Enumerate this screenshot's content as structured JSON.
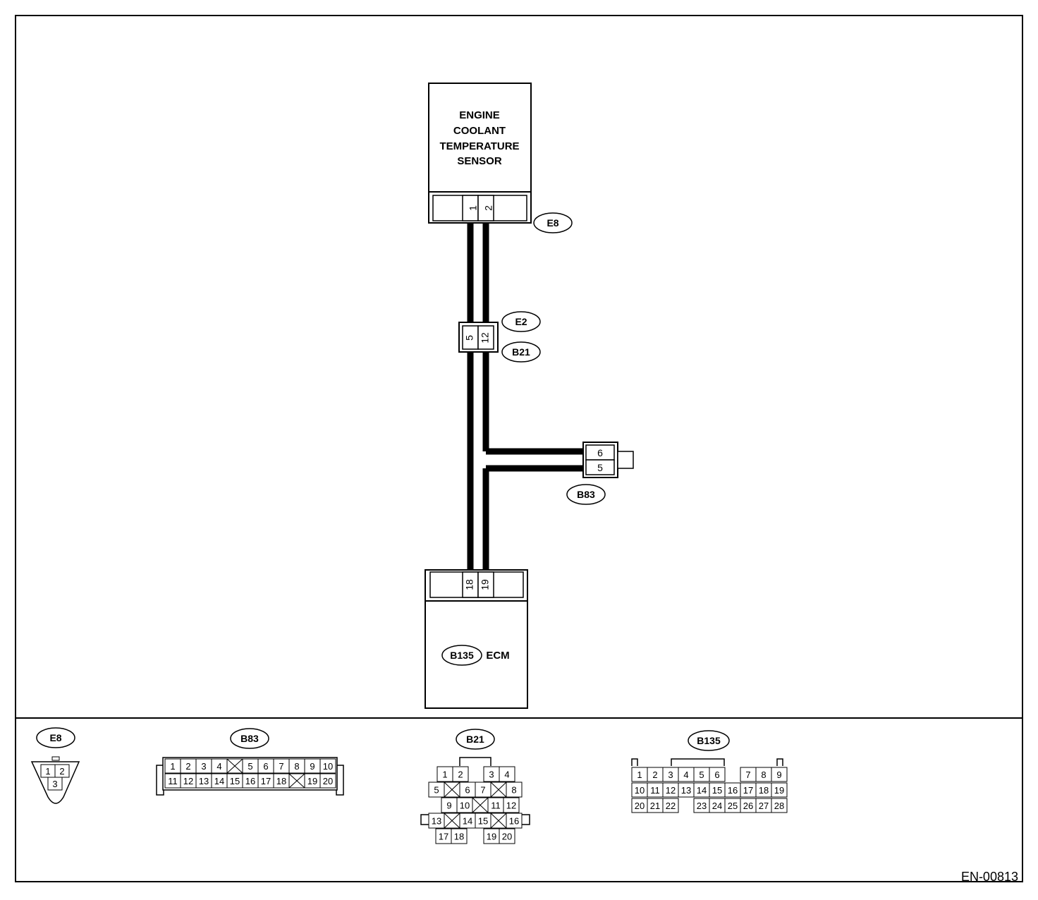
{
  "components": {
    "sensor_label": [
      "ENGINE",
      "COOLANT",
      "TEMPERATURE",
      "SENSOR"
    ],
    "ecm_label": "ECM",
    "ecm_connector": "B135"
  },
  "connectors": {
    "e8": {
      "id": "E8",
      "pins": [
        "1",
        "2"
      ]
    },
    "e2": {
      "id": "E2"
    },
    "b21": {
      "id": "B21"
    },
    "e2_b21_pins": [
      "5",
      "12"
    ],
    "b83": {
      "id": "B83",
      "pins": [
        "6",
        "5"
      ]
    },
    "b135_pins": [
      "18",
      "19"
    ]
  },
  "legend": {
    "e8": {
      "id": "E8",
      "pins": [
        "1",
        "2",
        "3"
      ]
    },
    "b83": {
      "id": "B83",
      "row1": [
        "1",
        "2",
        "3",
        "4",
        "",
        "5",
        "6",
        "7",
        "8",
        "9",
        "10"
      ],
      "row2": [
        "11",
        "12",
        "13",
        "14",
        "15",
        "16",
        "17",
        "18",
        "",
        "19",
        "20"
      ]
    },
    "b21": {
      "id": "B21",
      "row1": [
        "1",
        "2",
        "3",
        "4"
      ],
      "row2": [
        "5",
        "",
        "6",
        "7",
        "",
        "8"
      ],
      "row3": [
        "9",
        "10",
        "",
        "11",
        "12"
      ],
      "row4": [
        "13",
        "",
        "14",
        "15",
        "",
        "16"
      ],
      "row5": [
        "17",
        "18",
        "19",
        "20"
      ]
    },
    "b135": {
      "id": "B135",
      "row1": [
        "1",
        "2",
        "3",
        "4",
        "5",
        "6",
        "7",
        "8",
        "9"
      ],
      "row2": [
        "10",
        "11",
        "12",
        "13",
        "14",
        "15",
        "16",
        "17",
        "18",
        "19"
      ],
      "row3": [
        "20",
        "21",
        "22",
        "23",
        "24",
        "25",
        "26",
        "27",
        "28"
      ]
    }
  },
  "footer_code": "EN-00813"
}
